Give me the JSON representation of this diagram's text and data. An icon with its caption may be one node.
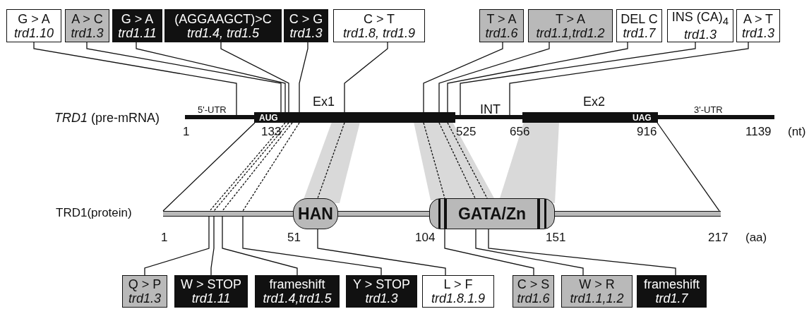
{
  "diagram": {
    "nodes": [
      {
        "text": [
          "G > A",
          "trd1.10"
        ]
      },
      {
        "text": [
          "A > C",
          "trd1.3"
        ]
      },
      {
        "text": [
          "G > A",
          "trd1.11"
        ]
      },
      {
        "text": [
          "(AGGAAGCT)>C",
          "trd1.4, trd1.5"
        ]
      },
      {
        "text": [
          "C > G",
          "trd1.3"
        ]
      },
      {
        "text": [
          "C > T",
          "trd1.8, trd1.9"
        ]
      },
      {
        "text": [
          "T > A",
          "trd1.6"
        ]
      },
      {
        "text": [
          "T > A",
          "trd1.1,trd1.2"
        ]
      },
      {
        "text": [
          "DEL C",
          "trd1.7"
        ]
      },
      {
        "text": [
          "INS (CA)$_{4}$",
          "trd1.3"
        ]
      },
      {
        "text": [
          "A > T",
          "trd1.3"
        ]
      },
      {
        "text": [],
        "shape": "bar"
      },
      {
        "text": [],
        "shape": "bar"
      },
      {
        "text": [
          "HAN"
        ],
        "in": 12
      },
      {
        "text": [
          "GATA/Zn"
        ],
        "in": 12
      },
      {
        "text": [
          "Q > P",
          "trd1.3"
        ]
      },
      {
        "text": [
          "W > STOP",
          "trd1.11"
        ]
      },
      {
        "text": [
          "frameshift",
          "trd1.4,trd1.5"
        ]
      },
      {
        "text": [
          "Y > STOP",
          "trd1.3"
        ]
      },
      {
        "text": [
          "L > F",
          "trd1.8.1.9"
        ]
      },
      {
        "text": [
          "C > S",
          "trd1.6"
        ]
      },
      {
        "text": [
          "W > R",
          "trd1.1,1.2"
        ]
      },
      {
        "text": [
          "frameshift",
          "trd1.7"
        ]
      }
    ],
    "edges": [
      {
        "from": 0,
        "to": 11,
        "arrow": "none"
      },
      {
        "from": 1,
        "to": 11,
        "arrow": "none"
      },
      {
        "from": 2,
        "to": 11,
        "arrow": "none"
      },
      {
        "from": 3,
        "to": 11,
        "arrow": "none"
      },
      {
        "from": 4,
        "to": 11,
        "arrow": "none"
      },
      {
        "from": 5,
        "to": 11,
        "arrow": "none"
      },
      {
        "from": 6,
        "to": 11,
        "arrow": "none"
      },
      {
        "from": 7,
        "to": 11,
        "arrow": "none"
      },
      {
        "from": 8,
        "to": 11,
        "arrow": "none"
      },
      {
        "from": 9,
        "to": 11,
        "arrow": "none"
      },
      {
        "from": 10,
        "to": 11,
        "arrow": "none"
      },
      {
        "from": 11,
        "to": 12,
        "arrow": "none"
      },
      {
        "from": 11,
        "to": 12,
        "arrow": "none",
        "style": "dashed"
      },
      {
        "from": 11,
        "to": 12,
        "arrow": "none",
        "style": "dashed"
      },
      {
        "from": 11,
        "to": 12,
        "arrow": "none",
        "style": "dashed"
      },
      {
        "from": 11,
        "to": 12,
        "arrow": "none",
        "style": "dashed"
      },
      {
        "from": 11,
        "to": 13,
        "arrow": "none",
        "style": "dashed"
      },
      {
        "from": 11,
        "to": 14,
        "arrow": "none",
        "style": "dashed"
      },
      {
        "from": 11,
        "to": 14,
        "arrow": "none",
        "style": "dashed"
      },
      {
        "from": 11,
        "to": 14,
        "arrow": "none",
        "style": "dashed"
      },
      {
        "from": 11,
        "to": 12,
        "arrow": "none"
      },
      {
        "from": 15,
        "to": 12,
        "arrow": "none"
      },
      {
        "from": 16,
        "to": 12,
        "arrow": "none"
      },
      {
        "from": 17,
        "to": 12,
        "arrow": "none"
      },
      {
        "from": 18,
        "to": 12,
        "arrow": "none"
      },
      {
        "from": 19,
        "to": 13,
        "arrow": "none"
      },
      {
        "from": 20,
        "to": 14,
        "arrow": "none"
      },
      {
        "from": 21,
        "to": 14,
        "arrow": "none"
      },
      {
        "from": 22,
        "to": 14,
        "arrow": "none"
      }
    ],
    "labels": [
      "Ex1",
      "5'-UTR",
      "INT",
      "Ex2",
      "3'-UTR",
      "*TRD1* (pre-mRNA)",
      "AUG",
      "UAG",
      "1",
      "133",
      "525",
      "656",
      "916",
      "1139",
      "(nt)",
      "TRD1(protein)",
      "1",
      "51",
      "104",
      "151",
      "217",
      "(aa)"
    ]
  }
}
